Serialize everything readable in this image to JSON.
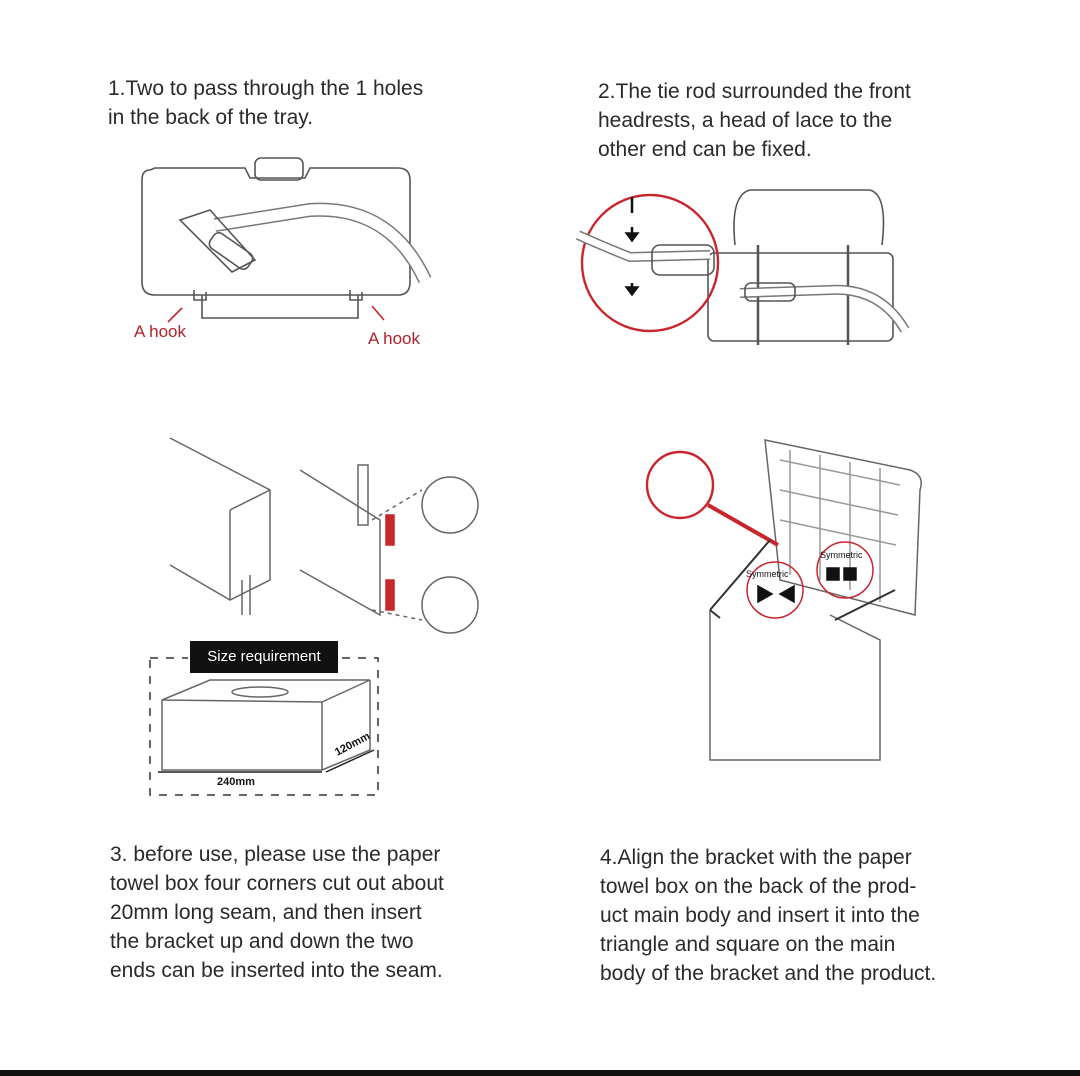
{
  "steps": [
    {
      "text": "1.Two to pass through the 1 holes\nin the back of the tray."
    },
    {
      "text": "2.The tie rod surrounded the front\nheadrests, a head of lace to the\nother end can be fixed."
    },
    {
      "text": "3. before use, please use the paper\ntowel box four corners cut out about\n20mm long seam, and then insert\nthe bracket up and down the two\nends can be inserted into the seam."
    },
    {
      "text": "4.Align the bracket with the paper\ntowel box on the back of the prod-\nuct main body and insert it into the\ntriangle and square on the main\nbody of the bracket and the product."
    }
  ],
  "labels": {
    "hook_left": "A hook",
    "hook_right": "A hook",
    "size_requirement": "Size requirement",
    "dim_width": "240mm",
    "dim_depth": "120mm",
    "symmetric_1": "Symmetric",
    "symmetric_2": "Symmetric"
  },
  "colors": {
    "accent_red": "#c8262d",
    "line": "#555555",
    "text": "#2a2a2a"
  }
}
